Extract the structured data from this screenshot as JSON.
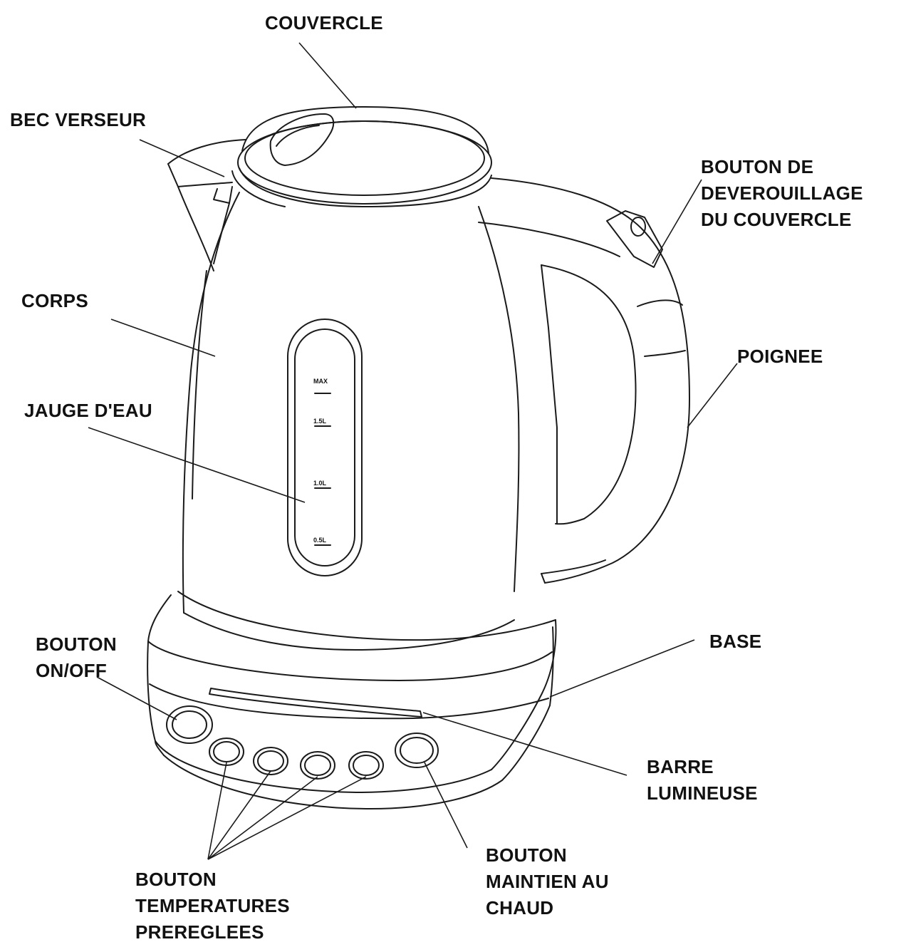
{
  "labels": {
    "couvercle": "COUVERCLE",
    "bec_verseur": "BEC VERSEUR",
    "bouton_deverrouillage": [
      "BOUTON DE",
      "DEVEROUILLAGE",
      "DU COUVERCLE"
    ],
    "corps": "CORPS",
    "jauge_eau": "JAUGE D'EAU",
    "poignee": "POIGNEE",
    "bouton_on_off": [
      "BOUTON",
      "ON/OFF"
    ],
    "base": "BASE",
    "barre_lumineuse": [
      "BARRE",
      "LUMINEUSE"
    ],
    "bouton_temperatures": [
      "BOUTON",
      "TEMPERATURES",
      "PREREGLEES"
    ],
    "bouton_maintien": [
      "BOUTON",
      "MAINTIEN AU",
      "CHAUD"
    ]
  },
  "gauge_ticks": [
    "MAX",
    "1.5L",
    "1.0L",
    "0.5L"
  ],
  "colors": {
    "line": "#1a1a1a",
    "text": "#111111",
    "background": "#ffffff"
  }
}
